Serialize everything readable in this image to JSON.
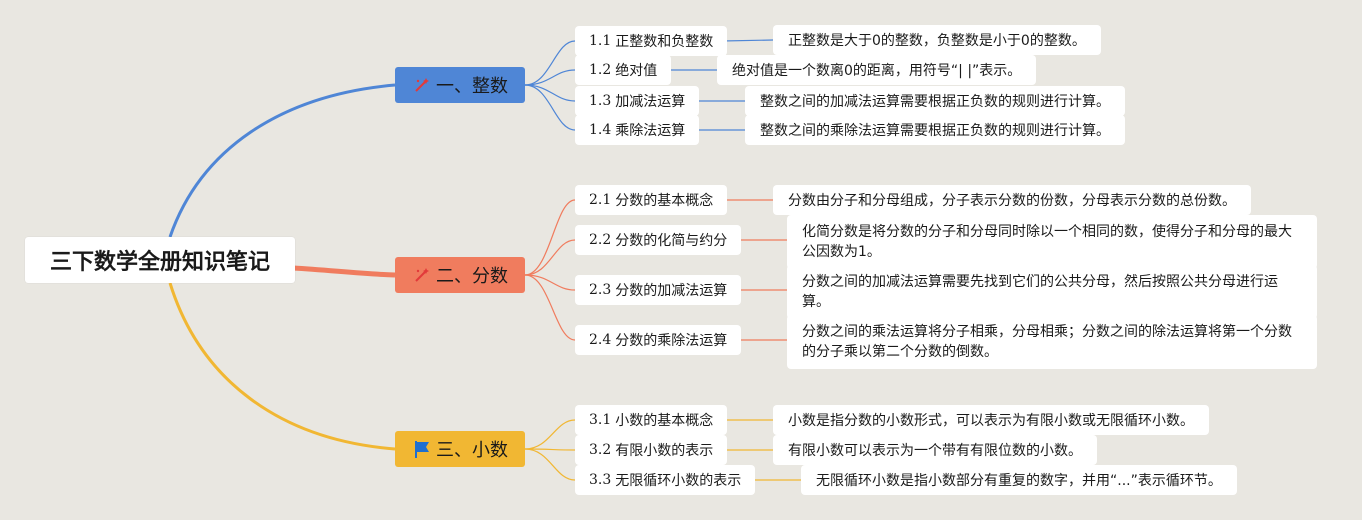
{
  "root": {
    "title": "三下数学全册知识笔记"
  },
  "branches": [
    {
      "label": "一、整数",
      "icon": "wand-icon",
      "color": "#4f86d6",
      "items": [
        {
          "num": "1.1",
          "label": "正整数和负整数",
          "desc": "正整数是大于0的整数，负整数是小于0的整数。"
        },
        {
          "num": "1.2",
          "label": "绝对值",
          "desc": "绝对值是一个数离0的距离，用符号“| |”表示。"
        },
        {
          "num": "1.3",
          "label": "加减法运算",
          "desc": "整数之间的加减法运算需要根据正负数的规则进行计算。"
        },
        {
          "num": "1.4",
          "label": "乘除法运算",
          "desc": "整数之间的乘除法运算需要根据正负数的规则进行计算。"
        }
      ]
    },
    {
      "label": "二、分数",
      "icon": "wand-icon",
      "color": "#f07c5e",
      "items": [
        {
          "num": "2.1",
          "label": "分数的基本概念",
          "desc": "分数由分子和分母组成，分子表示分数的份数，分母表示分数的总份数。"
        },
        {
          "num": "2.2",
          "label": "分数的化简与约分",
          "desc": "化简分数是将分数的分子和分母同时除以一个相同的数，使得分子和分母的最大公因数为1。"
        },
        {
          "num": "2.3",
          "label": "分数的加减法运算",
          "desc": "分数之间的加减法运算需要先找到它们的公共分母，然后按照公共分母进行运算。"
        },
        {
          "num": "2.4",
          "label": "分数的乘除法运算",
          "desc": "分数之间的乘法运算将分子相乘，分母相乘；分数之间的除法运算将第一个分数的分子乘以第二个分数的倒数。"
        }
      ]
    },
    {
      "label": "三、小数",
      "icon": "flag-icon",
      "color": "#f1b733",
      "items": [
        {
          "num": "3.1",
          "label": "小数的基本概念",
          "desc": "小数是指分数的小数形式，可以表示为有限小数或无限循环小数。"
        },
        {
          "num": "3.2",
          "label": "有限小数的表示",
          "desc": "有限小数可以表示为一个带有有限位数的小数。"
        },
        {
          "num": "3.3",
          "label": "无限循环小数的表示",
          "desc": "无限循环小数是指小数部分有重复的数字，并用“...”表示循环节。"
        }
      ]
    }
  ]
}
